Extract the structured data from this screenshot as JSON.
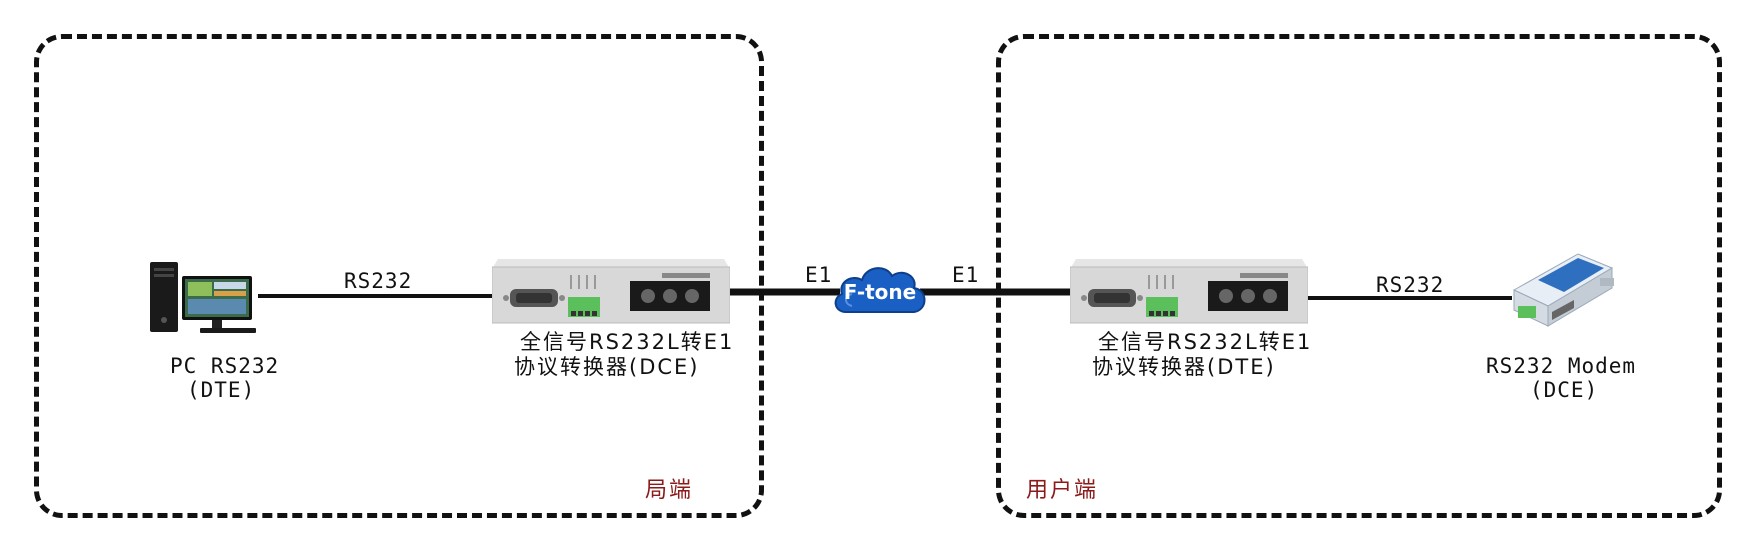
{
  "zones": {
    "local_label": "局端",
    "user_label": "用户端"
  },
  "pc": {
    "label_line1": "PC RS232",
    "label_line2": "(DTE)"
  },
  "link_left": {
    "label": "RS232"
  },
  "converter_left": {
    "caption_line1": "全信号RS232L转E1",
    "caption_line2": "协议转换器(DCE)"
  },
  "e1_left": {
    "label": "E1"
  },
  "cloud": {
    "label": "F-tone"
  },
  "e1_right": {
    "label": "E1"
  },
  "converter_right": {
    "caption_line1": "全信号RS232L转E1",
    "caption_line2": "协议转换器(DTE)"
  },
  "link_right": {
    "label": "RS232"
  },
  "modem": {
    "label_line1": "RS232 Modem",
    "label_line2": "(DCE)"
  },
  "colors": {
    "zone_label": "#8b1a1a",
    "cloud_fill": "#1a5fc4",
    "line": "#111111"
  }
}
